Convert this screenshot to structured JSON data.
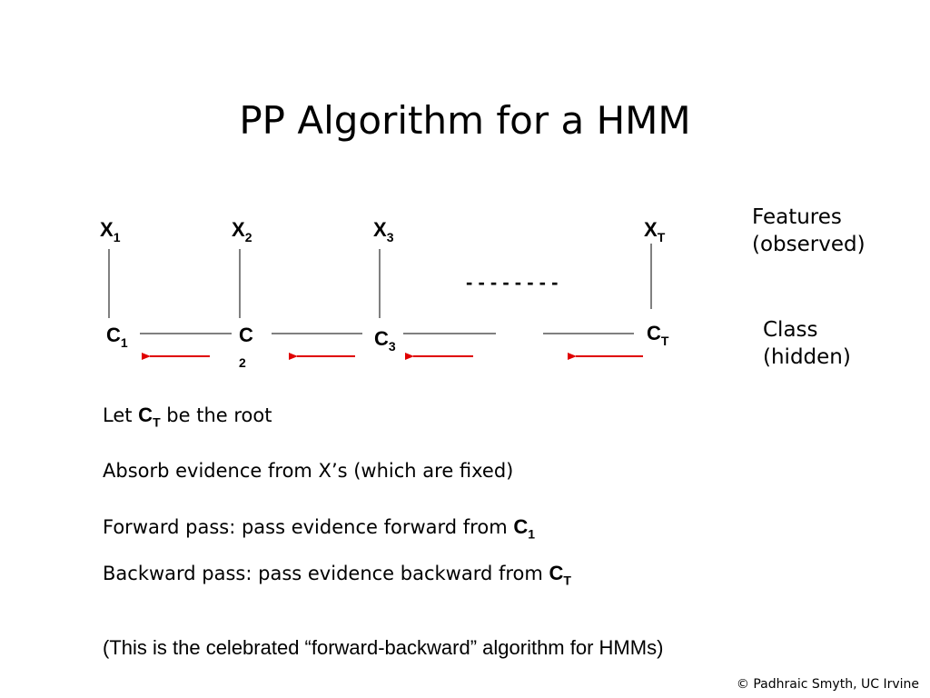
{
  "title": "PP Algorithm for a HMM",
  "diagram": {
    "x_nodes": [
      {
        "letter": "X",
        "sub": "1"
      },
      {
        "letter": "X",
        "sub": "2"
      },
      {
        "letter": "X",
        "sub": "3"
      },
      {
        "letter": "X",
        "sub": "T"
      }
    ],
    "c_nodes": [
      {
        "letter": "C",
        "sub": "1"
      },
      {
        "letter": "C",
        "sub": "2"
      },
      {
        "letter": "C",
        "sub": "3"
      },
      {
        "letter": "C",
        "sub": "T"
      }
    ],
    "ellipsis": "- - - - - - - -",
    "arrow_color": "#e00000",
    "line_color": "#000000"
  },
  "labels": {
    "features_line1": "Features",
    "features_line2": "(observed)",
    "class_line1": "Class",
    "class_line2": "(hidden)"
  },
  "bullets": {
    "b1_pre": "Let ",
    "b1_var": "C",
    "b1_sub": "T",
    "b1_post": " be the root",
    "b2": "Absorb evidence from X’s (which are fixed)",
    "b3_pre": "Forward pass: pass evidence forward from ",
    "b3_var": "C",
    "b3_sub": "1",
    "b4_pre": "Backward pass: pass evidence backward from ",
    "b4_var": "C",
    "b4_sub": "T"
  },
  "note": "(This is the celebrated “forward-backward” algorithm for HMMs)",
  "copyright": "© Padhraic Smyth, UC Irvine"
}
